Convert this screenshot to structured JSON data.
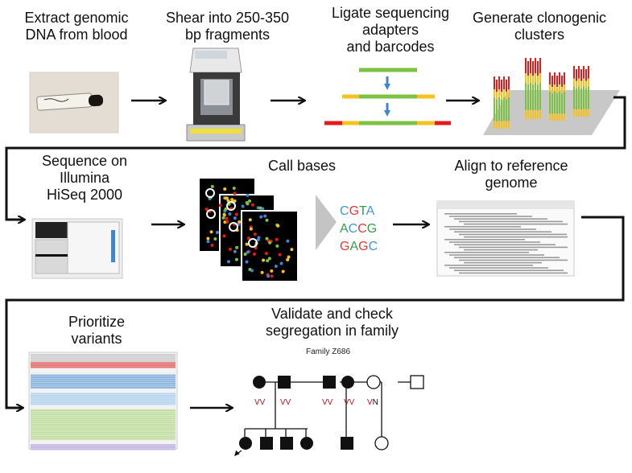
{
  "steps": [
    {
      "label_1": "Extract genomic",
      "label_2": "DNA from blood"
    },
    {
      "label_1": "Shear into 250-350",
      "label_2": "bp fragments"
    },
    {
      "label_1": "Ligate sequencing",
      "label_2": "adapters",
      "label_3": "and barcodes"
    },
    {
      "label_1": "Generate clonogenic",
      "label_2": "clusters"
    },
    {
      "label_1": "Sequence on",
      "label_2": "Illumina",
      "label_3": "HiSeq 2000"
    },
    {
      "label_1": "Call bases"
    },
    {
      "label_1": "Align to reference",
      "label_2": "genome"
    },
    {
      "label_1": "Prioritize",
      "label_2": "variants"
    },
    {
      "label_1": "Validate and check",
      "label_2": "segregation in family"
    }
  ],
  "bases": {
    "row1": [
      {
        "b": "C",
        "c": "#3a9ad9"
      },
      {
        "b": "G",
        "c": "#e53935"
      },
      {
        "b": "T",
        "c": "#2e9e4f"
      },
      {
        "b": "A",
        "c": "#3a9ad9"
      }
    ],
    "row2": [
      {
        "b": "A",
        "c": "#2e9e4f"
      },
      {
        "b": "C",
        "c": "#3a9ad9"
      },
      {
        "b": "C",
        "c": "#e53935"
      },
      {
        "b": "G",
        "c": "#2e9e4f"
      }
    ],
    "row3": [
      {
        "b": "G",
        "c": "#e53935"
      },
      {
        "b": "A",
        "c": "#2e9e4f"
      },
      {
        "b": "G",
        "c": "#e53935"
      },
      {
        "b": "C",
        "c": "#3a9ad9"
      }
    ]
  },
  "pedigree": {
    "family_label": "Family Z686",
    "genotypes": [
      "VV",
      "VV",
      "VV",
      "VV",
      "V"
    ],
    "genotype_n": "N"
  },
  "colors": {
    "adapter_green": "#7dc242",
    "adapter_yellow": "#f6c21d",
    "adapter_red": "#e31b1b",
    "arrow_blue": "#3f86d1",
    "variant_red": "#c0111a"
  }
}
